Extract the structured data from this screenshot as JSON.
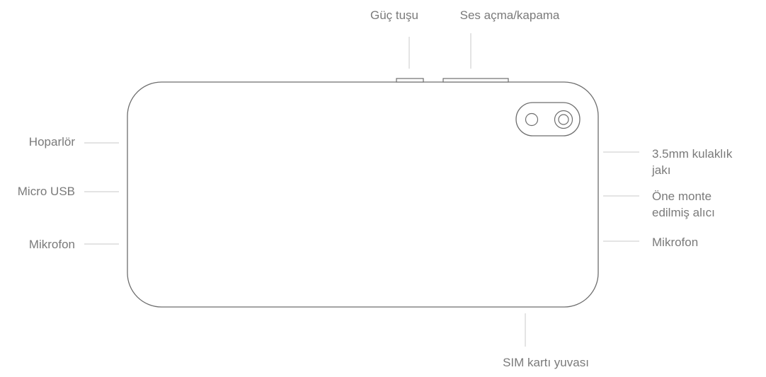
{
  "labels": {
    "power_button": "Güç tuşu",
    "volume_buttons": "Ses açma/kapama",
    "speaker": "Hoparlör",
    "micro_usb": "Micro USB",
    "microphone_left": "Mikrofon",
    "headphone_jack_line1": "3.5mm kulaklık",
    "headphone_jack_line2": "jakı",
    "earpiece_line1": "Öne monte",
    "earpiece_line2": "edilmiş alıcı",
    "microphone_right": "Mikrofon",
    "sim_slot": "SIM kartı yuvası"
  },
  "colors": {
    "outline": "#6e6e6e",
    "leader_line": "#c8c8c8",
    "text": "#7a7a7a"
  }
}
